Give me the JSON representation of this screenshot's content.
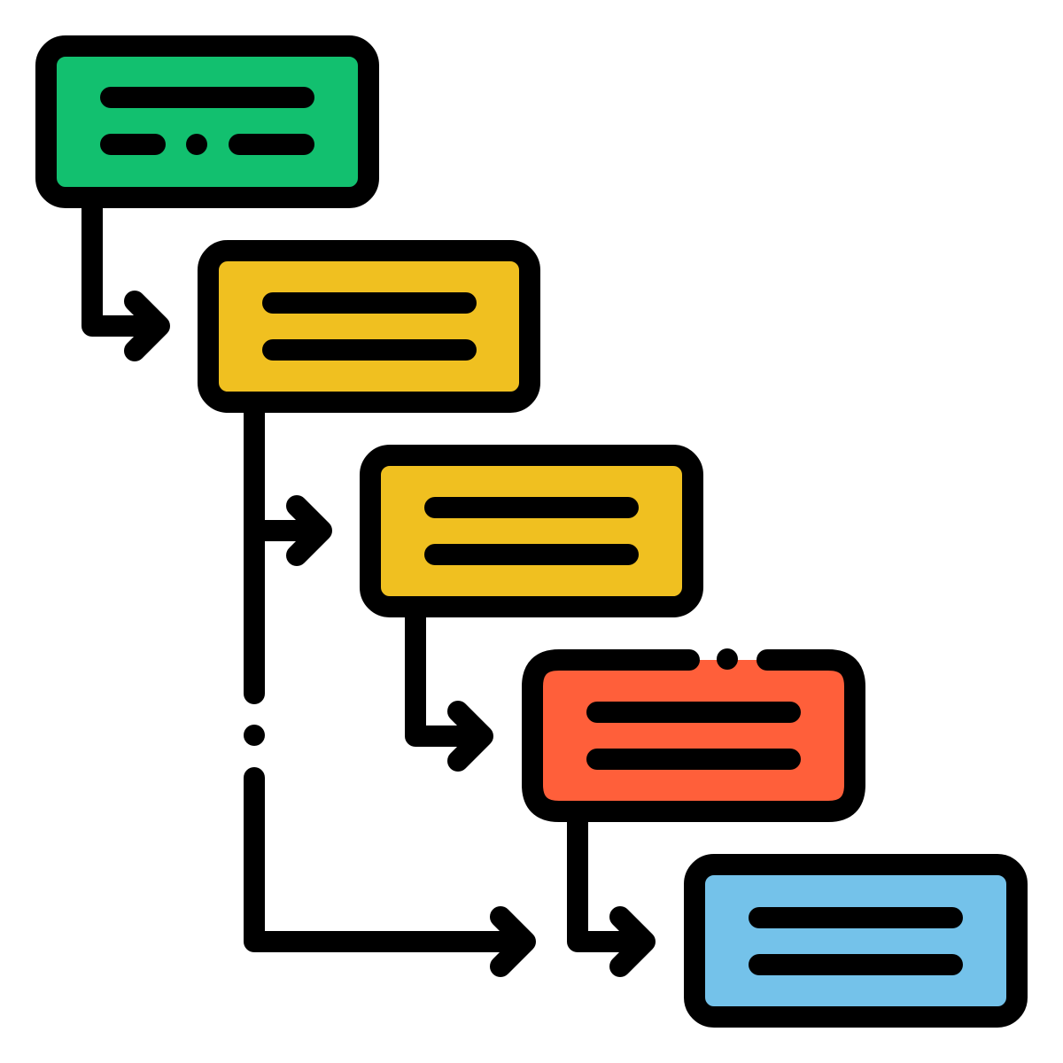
{
  "icon": {
    "name": "waterfall-flow-diagram",
    "stroke_color": "#000000",
    "background": "#ffffff",
    "boxes": [
      {
        "step": 1,
        "fill": "#12C06F"
      },
      {
        "step": 2,
        "fill": "#F0C020"
      },
      {
        "step": 3,
        "fill": "#F0C020"
      },
      {
        "step": 4,
        "fill": "#FF5F3A"
      },
      {
        "step": 5,
        "fill": "#74C2EA"
      }
    ]
  }
}
